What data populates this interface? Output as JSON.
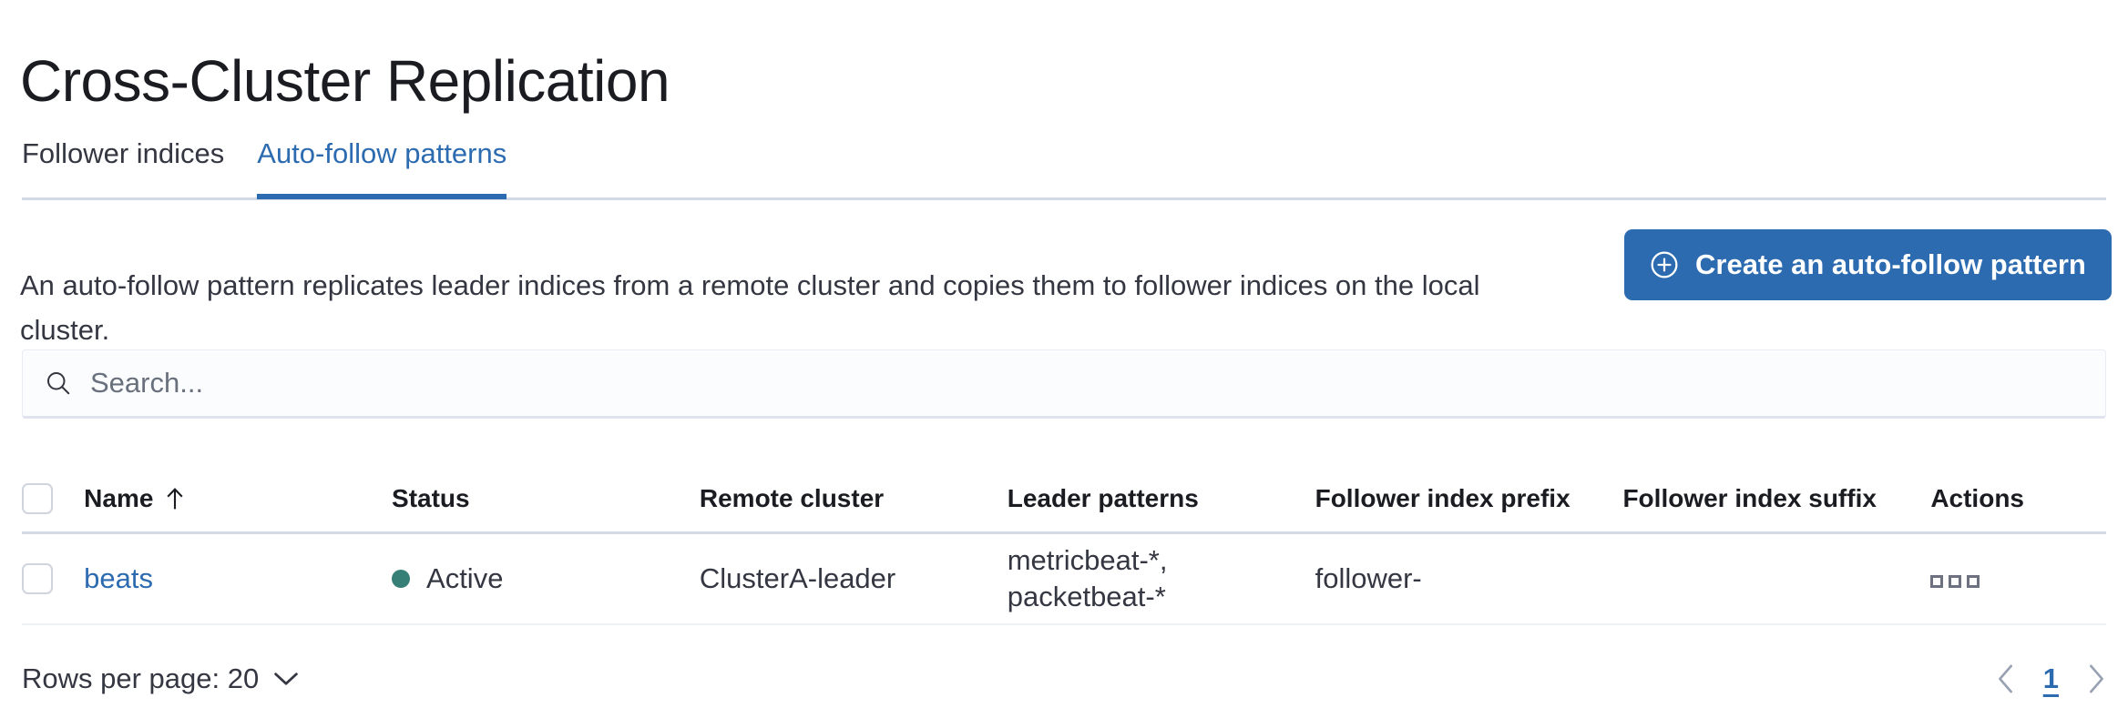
{
  "header": {
    "title": "Cross-Cluster Replication"
  },
  "tabs": [
    {
      "label": "Follower indices",
      "active": false
    },
    {
      "label": "Auto-follow patterns",
      "active": true
    }
  ],
  "description": "An auto-follow pattern replicates leader indices from a remote cluster and copies them to follower indices on the local cluster.",
  "create_button": {
    "label": "Create an auto-follow pattern",
    "icon": "plus-in-circle-icon"
  },
  "search": {
    "value": "",
    "placeholder": "Search...",
    "icon": "search-icon"
  },
  "table": {
    "columns": [
      "Name",
      "Status",
      "Remote cluster",
      "Leader patterns",
      "Follower index prefix",
      "Follower index suffix",
      "Actions"
    ],
    "sort": {
      "column": "Name",
      "direction": "asc",
      "icon": "arrow-up-icon"
    },
    "rows": [
      {
        "selected": false,
        "name": "beats",
        "status": "Active",
        "status_color": "#357f76",
        "remote_cluster": "ClusterA-leader",
        "leader_patterns": [
          "metricbeat-*,",
          "packetbeat-*"
        ],
        "follower_index_prefix": "follower-",
        "follower_index_suffix": "",
        "actions_icon": "more-actions-icon"
      }
    ]
  },
  "footer": {
    "rows_per_page_label": "Rows per page: 20",
    "pagination": {
      "prev_icon": "chevron-left-icon",
      "next_icon": "chevron-right-icon",
      "pages": [
        "1"
      ],
      "current": "1"
    }
  },
  "colors": {
    "accent": "#2c6bb0",
    "text": "#343741",
    "title": "#1a1c21",
    "border": "#d3dae6",
    "success": "#357f76"
  }
}
